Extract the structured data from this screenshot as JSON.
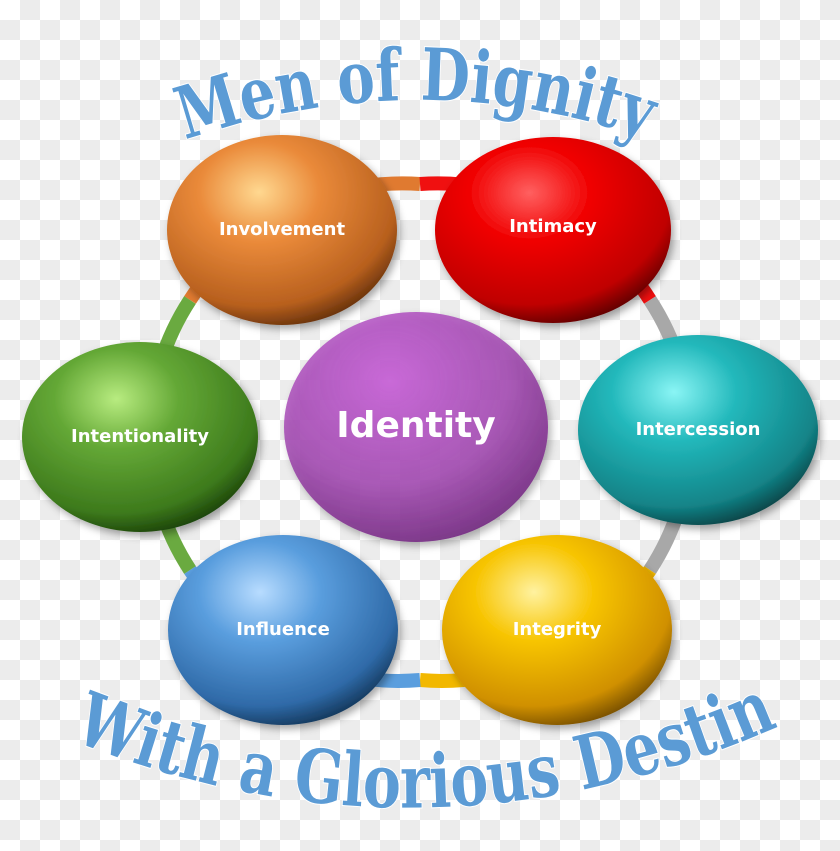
{
  "title_top": "Men of Dignity",
  "title_bottom": "With a Glorious Destiny",
  "center": {
    "label": "Identity",
    "color": "#a040b0"
  },
  "nodes": [
    {
      "label": "Involvement",
      "color": "#e07a30"
    },
    {
      "label": "Intimacy",
      "color": "#e81010"
    },
    {
      "label": "Intercession",
      "color": "#1aa5a8"
    },
    {
      "label": "Integrity",
      "color": "#f2b800"
    },
    {
      "label": "Influence",
      "color": "#4a8fd0"
    },
    {
      "label": "Intentionality",
      "color": "#5fa030"
    }
  ],
  "title_color": "#5b9bd5"
}
